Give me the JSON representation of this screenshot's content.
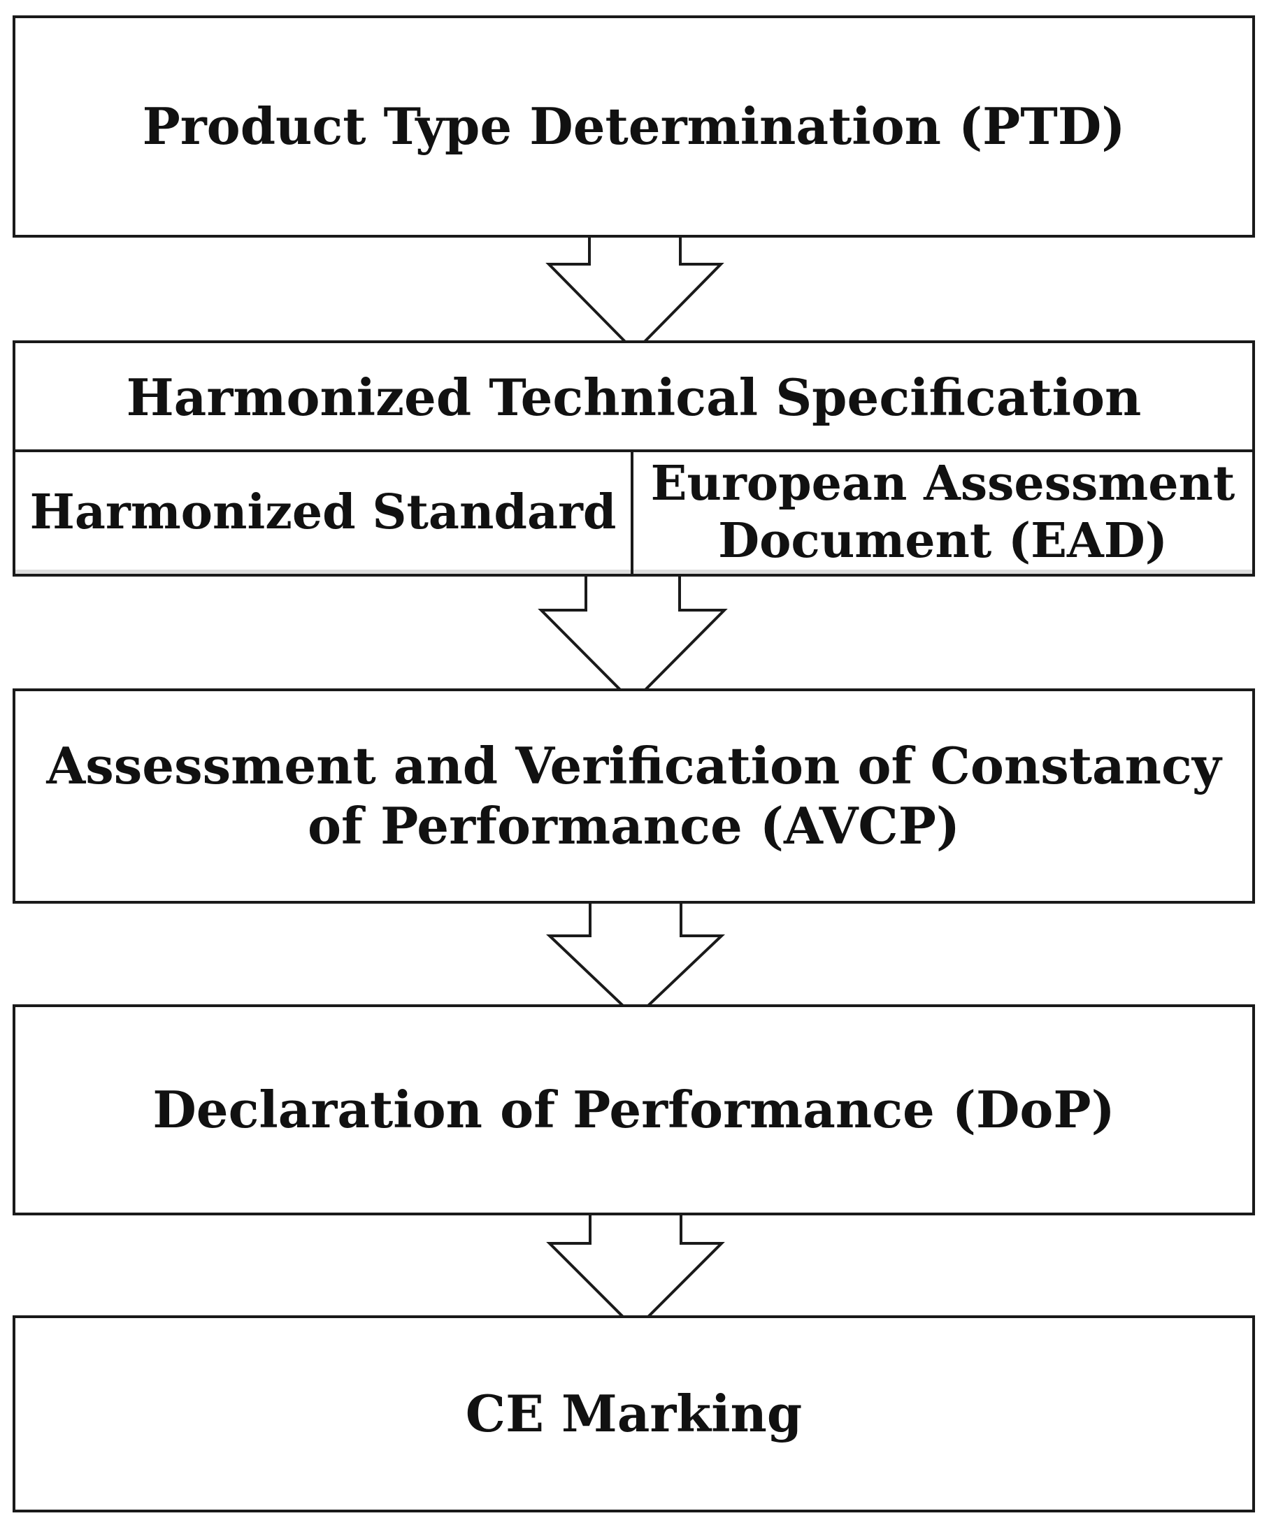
{
  "steps": {
    "ptd": "Product Type Determination (PTD)",
    "hts": "Harmonized Technical Specification",
    "hs": "Harmonized Standard",
    "ead_line1": "European Assessment",
    "ead_line2": "Document (EAD)",
    "avcp_line1": "Assessment and Verification of Constancy",
    "avcp_line2": "of Performance (AVCP)",
    "dop": "Declaration of Performance (DoP)",
    "ce": "CE Marking"
  }
}
